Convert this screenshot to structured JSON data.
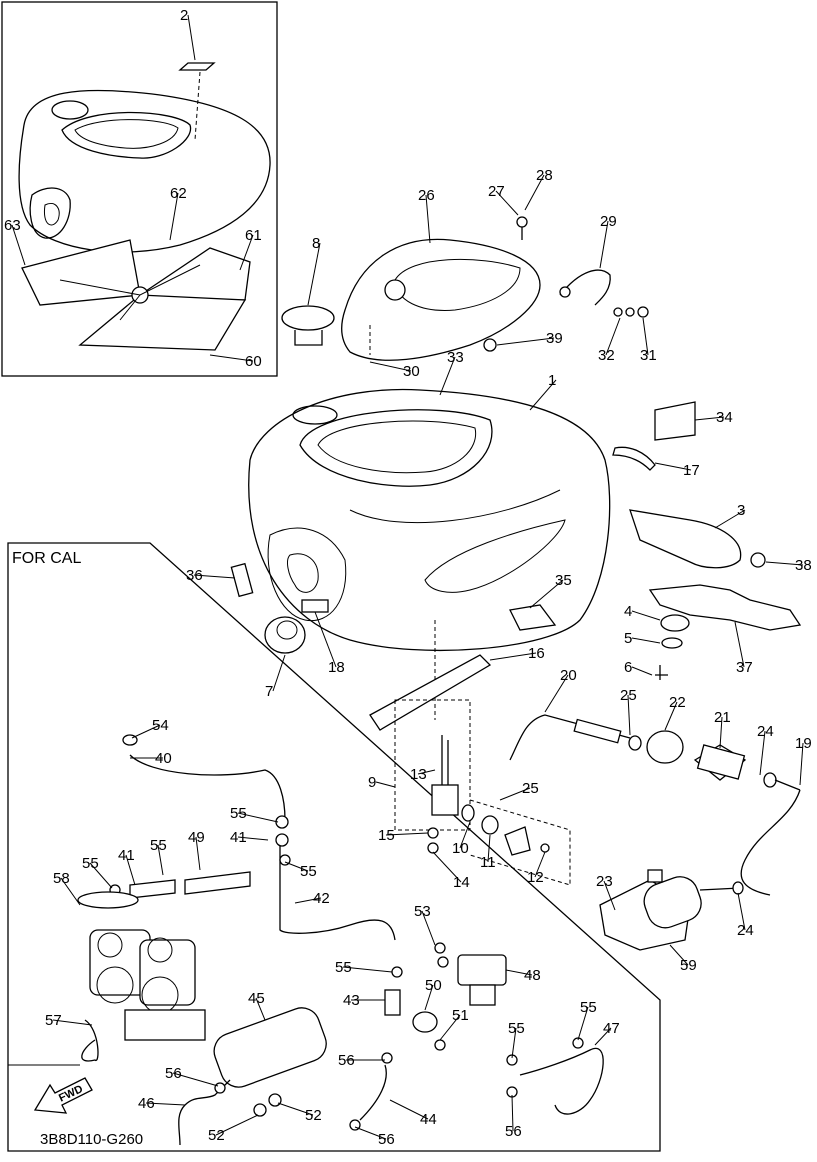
{
  "diagram": {
    "inset_title": "FOR CAL",
    "drawing_code": "3B8D110-G260",
    "direction_label": "FWD",
    "callouts": [
      "1",
      "2",
      "3",
      "4",
      "5",
      "6",
      "7",
      "8",
      "9",
      "10",
      "11",
      "12",
      "13",
      "14",
      "15",
      "16",
      "17",
      "18",
      "19",
      "20",
      "21",
      "22",
      "23",
      "24",
      "25",
      "26",
      "27",
      "28",
      "29",
      "30",
      "31",
      "32",
      "33",
      "34",
      "35",
      "36",
      "37",
      "38",
      "39",
      "40",
      "41",
      "42",
      "43",
      "44",
      "45",
      "46",
      "47",
      "48",
      "49",
      "50",
      "51",
      "52",
      "53",
      "54",
      "55",
      "56",
      "57",
      "58",
      "59",
      "60",
      "61",
      "62",
      "63"
    ]
  }
}
